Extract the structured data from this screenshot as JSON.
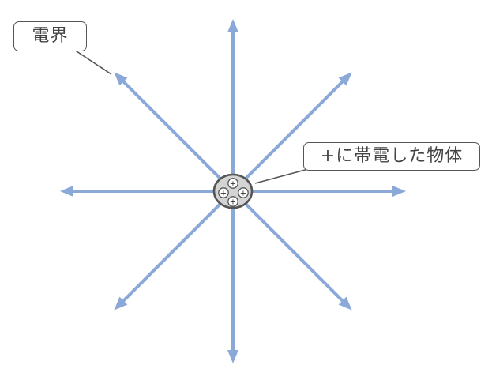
{
  "labels": {
    "field": "電界",
    "object": "+に帯電した物体"
  },
  "diagram": {
    "arrow_directions": [
      "up",
      "up-right",
      "right",
      "down-right",
      "down",
      "down-left",
      "left",
      "up-left"
    ],
    "charges": [
      "+",
      "+",
      "+",
      "+"
    ],
    "colors": {
      "arrow": "#8aa8d8",
      "object_fill": "#d4d4d4",
      "object_outline": "#555555",
      "callout_border": "#555555",
      "text": "#444444"
    }
  }
}
